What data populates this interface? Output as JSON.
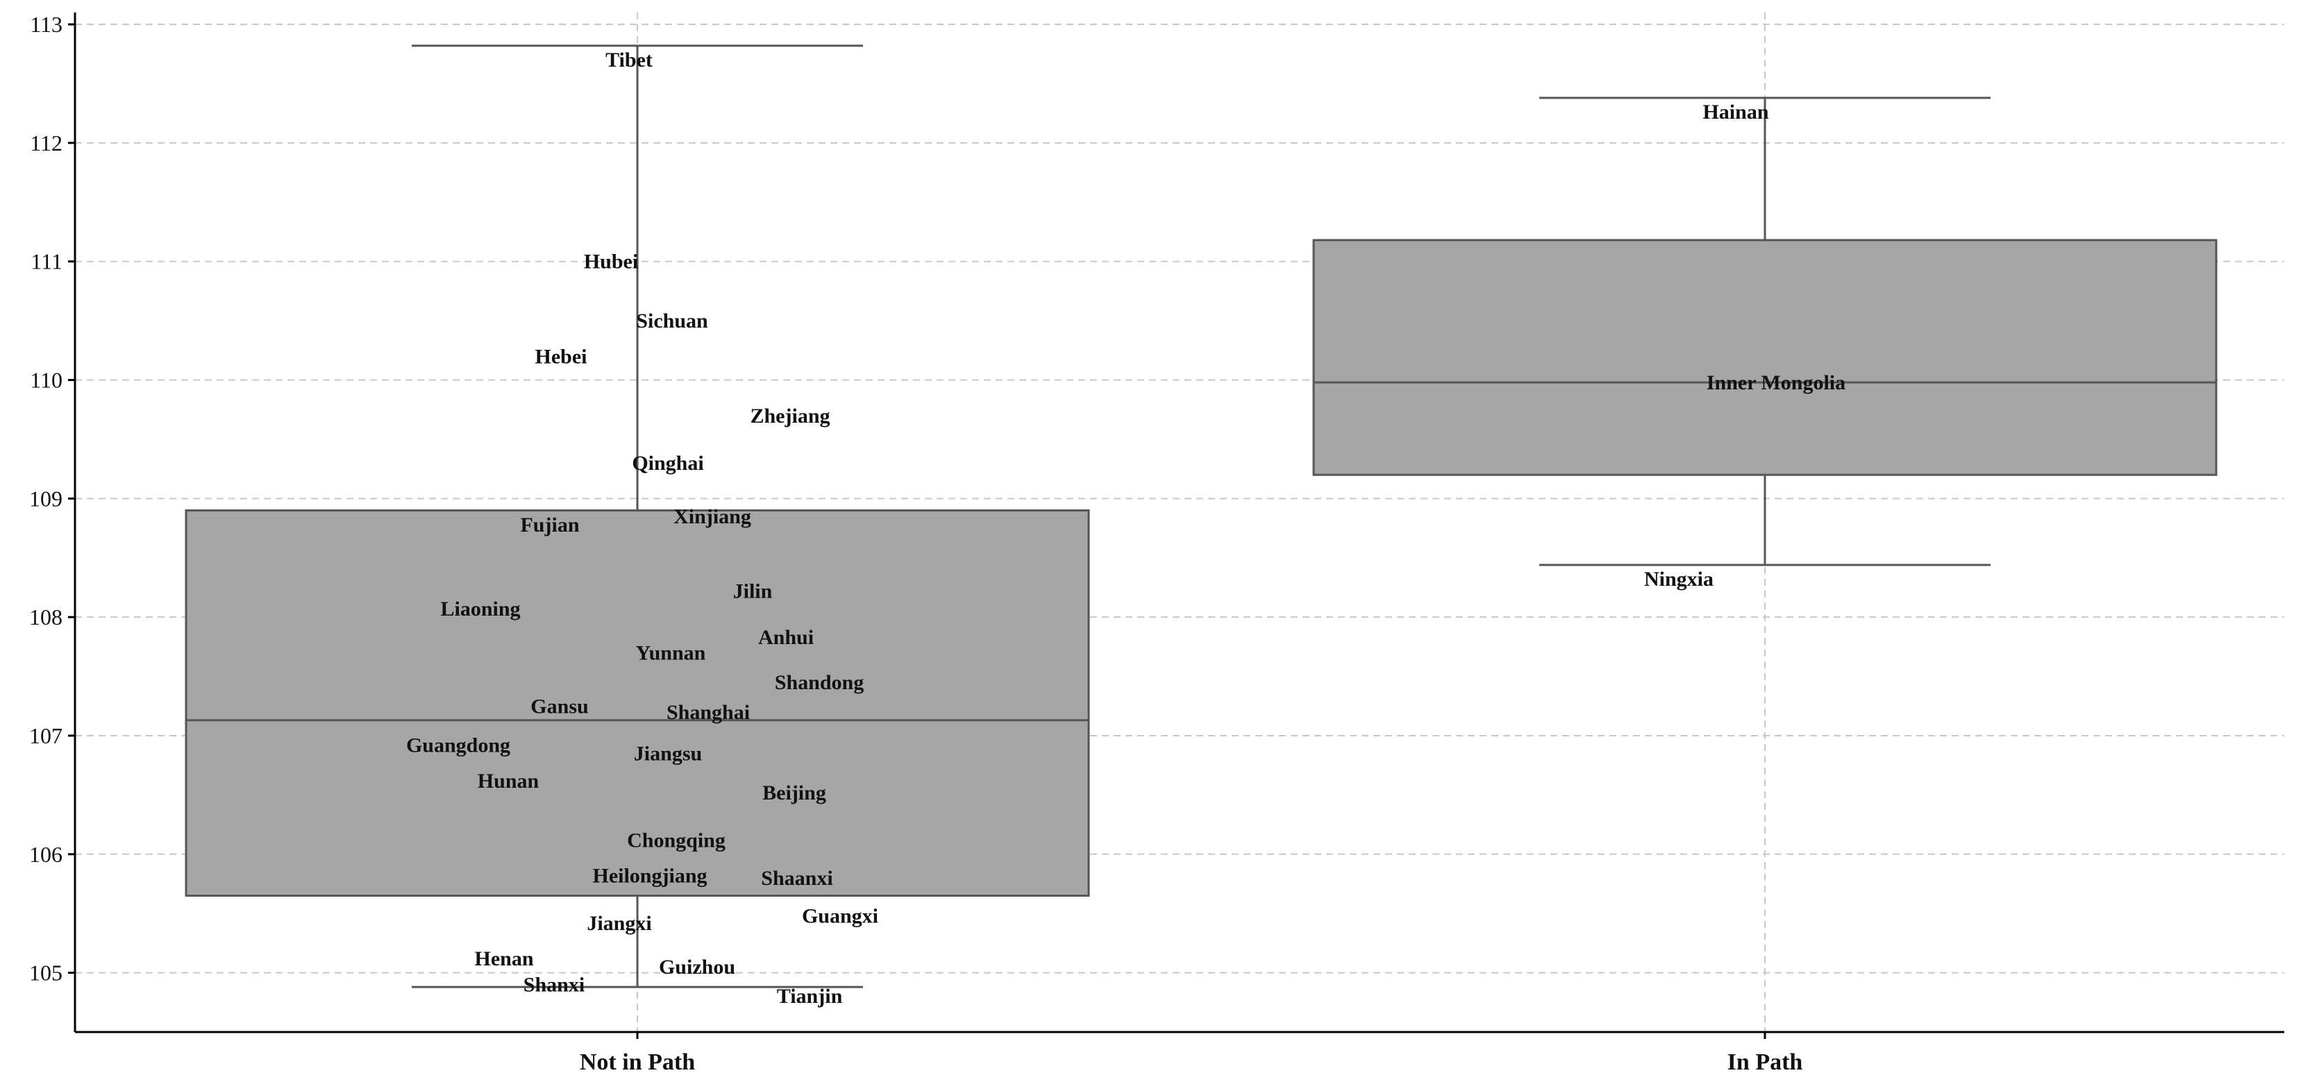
{
  "chart_data": {
    "type": "box",
    "categories": [
      "Not in Path",
      "In Path"
    ],
    "ylim": [
      104.5,
      113.1
    ],
    "yticks": [
      105,
      106,
      107,
      108,
      109,
      110,
      111,
      112,
      113
    ],
    "grid": true,
    "boxes": [
      {
        "category": "Not in Path",
        "whisker_low": 104.88,
        "q1": 105.65,
        "median": 107.13,
        "q3": 108.9,
        "whisker_high": 112.82
      },
      {
        "category": "In Path",
        "whisker_low": 108.44,
        "q1": 109.2,
        "median": 109.98,
        "q3": 111.18,
        "whisker_high": 112.38
      }
    ],
    "points": [
      {
        "label": "Tibet",
        "category": "Not in Path",
        "y": 112.82
      },
      {
        "label": "Hubei",
        "category": "Not in Path",
        "y": 111.0
      },
      {
        "label": "Sichuan",
        "category": "Not in Path",
        "y": 110.5
      },
      {
        "label": "Hebei",
        "category": "Not in Path",
        "y": 110.2
      },
      {
        "label": "Zhejiang",
        "category": "Not in Path",
        "y": 109.7
      },
      {
        "label": "Qinghai",
        "category": "Not in Path",
        "y": 109.3
      },
      {
        "label": "Xinjiang",
        "category": "Not in Path",
        "y": 108.85
      },
      {
        "label": "Fujian",
        "category": "Not in Path",
        "y": 108.78
      },
      {
        "label": "Jilin",
        "category": "Not in Path",
        "y": 108.22
      },
      {
        "label": "Liaoning",
        "category": "Not in Path",
        "y": 108.07
      },
      {
        "label": "Anhui",
        "category": "Not in Path",
        "y": 107.83
      },
      {
        "label": "Yunnan",
        "category": "Not in Path",
        "y": 107.7
      },
      {
        "label": "Shandong",
        "category": "Not in Path",
        "y": 107.45
      },
      {
        "label": "Gansu",
        "category": "Not in Path",
        "y": 107.25
      },
      {
        "label": "Shanghai",
        "category": "Not in Path",
        "y": 107.2
      },
      {
        "label": "Guangdong",
        "category": "Not in Path",
        "y": 106.92
      },
      {
        "label": "Jiangsu",
        "category": "Not in Path",
        "y": 106.85
      },
      {
        "label": "Hunan",
        "category": "Not in Path",
        "y": 106.62
      },
      {
        "label": "Beijing",
        "category": "Not in Path",
        "y": 106.52
      },
      {
        "label": "Chongqing",
        "category": "Not in Path",
        "y": 106.12
      },
      {
        "label": "Heilongjiang",
        "category": "Not in Path",
        "y": 105.82
      },
      {
        "label": "Shaanxi",
        "category": "Not in Path",
        "y": 105.8
      },
      {
        "label": "Jiangxi",
        "category": "Not in Path",
        "y": 105.42
      },
      {
        "label": "Guangxi",
        "category": "Not in Path",
        "y": 105.48
      },
      {
        "label": "Henan",
        "category": "Not in Path",
        "y": 105.12
      },
      {
        "label": "Guizhou",
        "category": "Not in Path",
        "y": 105.05
      },
      {
        "label": "Shanxi",
        "category": "Not in Path",
        "y": 104.9
      },
      {
        "label": "Tianjin",
        "category": "Not in Path",
        "y": 104.85
      },
      {
        "label": "Hainan",
        "category": "In Path",
        "y": 112.38
      },
      {
        "label": "Inner Mongolia",
        "category": "In Path",
        "y": 109.98
      },
      {
        "label": "Ningxia",
        "category": "In Path",
        "y": 108.44
      }
    ],
    "colors": {
      "box_fill": "#a6a6a6",
      "box_edge": "#555555",
      "grid": "#c8c8c8",
      "axis": "#000000"
    }
  }
}
